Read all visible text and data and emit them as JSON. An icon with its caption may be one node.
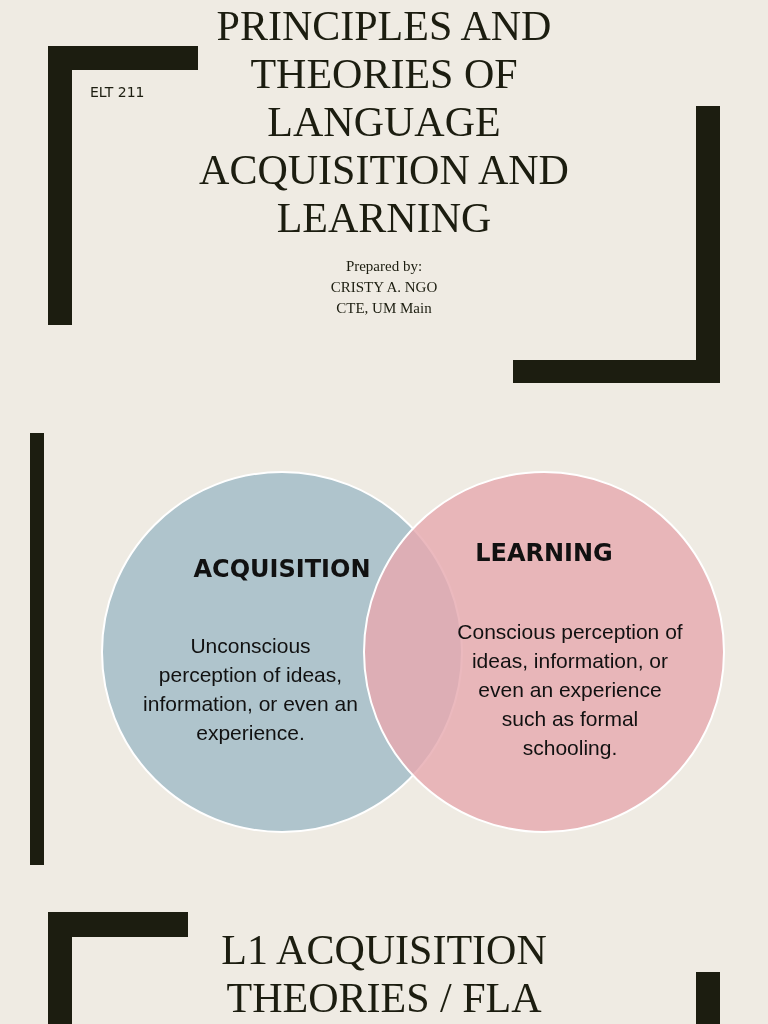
{
  "diagram": {
    "title": "PRINCIPLES AND THEORIES OF LANGUAGE ACQUISITION AND LEARNING",
    "nodes": [
      {
        "text": [
          "ACQUISITION",
          "Unconscious perception of ideas, information, or even an experience."
        ]
      },
      {
        "text": [
          "LEARNING",
          "Conscious perception of ideas, information, or even an experience such as formal schooling."
        ]
      }
    ],
    "labels": [
      "ELT 211",
      "Prepared by:",
      "CRISTY A. NGO",
      "CTE, UM Main",
      "L1 ACQUISITION THEORIES / FLA"
    ]
  }
}
